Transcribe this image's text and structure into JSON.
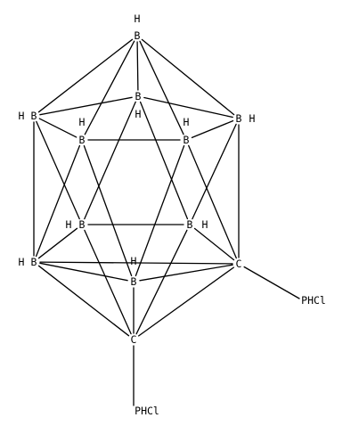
{
  "atoms": {
    "b_top": {
      "element": "B",
      "h_label": "H"
    },
    "b_upper_mid": {
      "element": "B",
      "h_label": "H"
    },
    "b_upper_left": {
      "element": "B",
      "h_label": "H"
    },
    "b_upper_right": {
      "element": "B",
      "h_label": "H"
    },
    "b_upper_inner_left": {
      "element": "B",
      "h_label": "H"
    },
    "b_upper_inner_right": {
      "element": "B",
      "h_label": "H"
    },
    "b_lower_inner_left": {
      "element": "B",
      "h_label": "H"
    },
    "b_lower_inner_right": {
      "element": "B",
      "h_label": "H"
    },
    "b_lower_left": {
      "element": "B",
      "h_label": "H"
    },
    "b_lower_mid": {
      "element": "B",
      "h_label": "H"
    },
    "c_right": {
      "element": "C"
    },
    "c_bottom": {
      "element": "C"
    }
  },
  "substituents": {
    "phcl_right": "PHCl",
    "phcl_bottom": "PHCl"
  },
  "colors": {
    "bond": "#000000",
    "text": "#000000",
    "background": "#ffffff"
  }
}
